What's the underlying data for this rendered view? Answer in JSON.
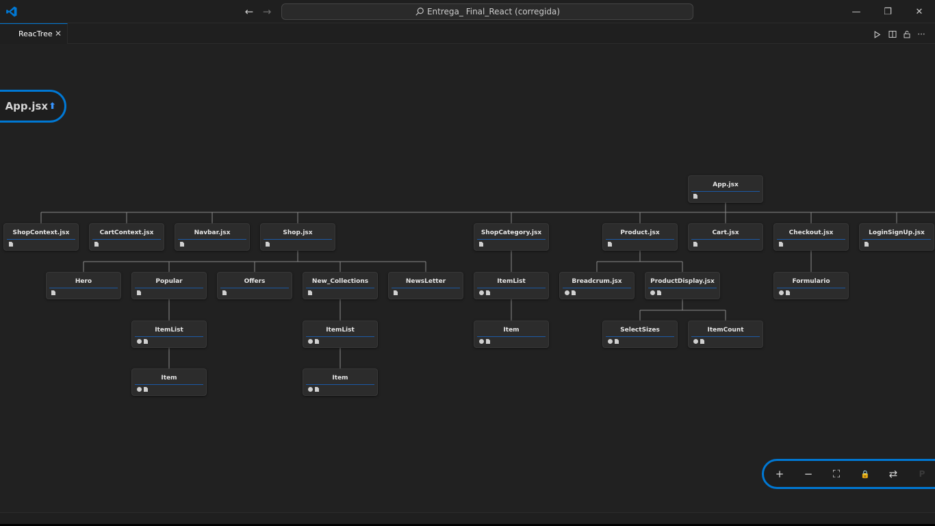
{
  "titlebar": {
    "search_text": "Entrega_ Final_React (corregida)",
    "back_icon": "arrow-left-icon",
    "forward_icon": "arrow-right-icon"
  },
  "tabs": [
    {
      "label": "ReacTree",
      "active": true
    }
  ],
  "tab_close": "✕",
  "root_badge": {
    "label": "App.jsx",
    "icon": "upload-arrow-icon"
  },
  "accent_color": "#0078d4",
  "tree": {
    "nodes": [
      {
        "id": "app",
        "label": "App.jsx",
        "icons": [
          "file"
        ]
      },
      {
        "id": "shopcontext",
        "label": "ShopContext.jsx",
        "icons": [
          "file"
        ]
      },
      {
        "id": "cartcontext",
        "label": "CartContext.jsx",
        "icons": [
          "file"
        ]
      },
      {
        "id": "navbar",
        "label": "Navbar.jsx",
        "icons": [
          "file"
        ]
      },
      {
        "id": "shop",
        "label": "Shop.jsx",
        "icons": [
          "file"
        ]
      },
      {
        "id": "shopcategory",
        "label": "ShopCategory.jsx",
        "icons": [
          "file"
        ]
      },
      {
        "id": "product",
        "label": "Product.jsx",
        "icons": [
          "file"
        ]
      },
      {
        "id": "cart",
        "label": "Cart.jsx",
        "icons": [
          "file"
        ]
      },
      {
        "id": "checkout",
        "label": "Checkout.jsx",
        "icons": [
          "file"
        ]
      },
      {
        "id": "loginsignup",
        "label": "LoginSignUp.jsx",
        "icons": [
          "file"
        ]
      },
      {
        "id": "hero",
        "label": "Hero",
        "icons": [
          "file"
        ]
      },
      {
        "id": "popular",
        "label": "Popular",
        "icons": [
          "file"
        ]
      },
      {
        "id": "offers",
        "label": "Offers",
        "icons": [
          "file"
        ]
      },
      {
        "id": "newcollections",
        "label": "New_Collections",
        "icons": [
          "file"
        ]
      },
      {
        "id": "newsletter",
        "label": "NewsLetter",
        "icons": [
          "file"
        ]
      },
      {
        "id": "itemlist_cat",
        "label": "ItemList",
        "icons": [
          "info",
          "file"
        ]
      },
      {
        "id": "breadcrum",
        "label": "Breadcrum.jsx",
        "icons": [
          "info",
          "file"
        ]
      },
      {
        "id": "productdisplay",
        "label": "ProductDisplay.jsx",
        "icons": [
          "info",
          "file"
        ]
      },
      {
        "id": "formulario",
        "label": "Formulario",
        "icons": [
          "info",
          "file"
        ]
      },
      {
        "id": "itemlist_pop",
        "label": "ItemList",
        "icons": [
          "info",
          "file"
        ]
      },
      {
        "id": "itemlist_new",
        "label": "ItemList",
        "icons": [
          "info",
          "file"
        ]
      },
      {
        "id": "item_cat",
        "label": "Item",
        "icons": [
          "info",
          "file"
        ]
      },
      {
        "id": "selectsizes",
        "label": "SelectSizes",
        "icons": [
          "info",
          "file"
        ]
      },
      {
        "id": "itemcount",
        "label": "ItemCount",
        "icons": [
          "info",
          "file"
        ]
      },
      {
        "id": "item_pop",
        "label": "Item",
        "icons": [
          "info",
          "file"
        ]
      },
      {
        "id": "item_new",
        "label": "Item",
        "icons": [
          "info",
          "file"
        ]
      }
    ],
    "edges": [
      [
        "app",
        "shopcontext"
      ],
      [
        "app",
        "cartcontext"
      ],
      [
        "app",
        "navbar"
      ],
      [
        "app",
        "shop"
      ],
      [
        "app",
        "shopcategory"
      ],
      [
        "app",
        "product"
      ],
      [
        "app",
        "cart"
      ],
      [
        "app",
        "checkout"
      ],
      [
        "app",
        "loginsignup"
      ],
      [
        "shop",
        "hero"
      ],
      [
        "shop",
        "popular"
      ],
      [
        "shop",
        "offers"
      ],
      [
        "shop",
        "newcollections"
      ],
      [
        "shop",
        "newsletter"
      ],
      [
        "shopcategory",
        "itemlist_cat"
      ],
      [
        "product",
        "breadcrum"
      ],
      [
        "product",
        "productdisplay"
      ],
      [
        "checkout",
        "formulario"
      ],
      [
        "popular",
        "itemlist_pop"
      ],
      [
        "newcollections",
        "itemlist_new"
      ],
      [
        "itemlist_cat",
        "item_cat"
      ],
      [
        "productdisplay",
        "selectsizes"
      ],
      [
        "productdisplay",
        "itemcount"
      ],
      [
        "itemlist_pop",
        "item_pop"
      ],
      [
        "itemlist_new",
        "item_new"
      ]
    ]
  },
  "zoom_controls": [
    {
      "name": "zoom-in-icon",
      "glyph": "+"
    },
    {
      "name": "zoom-out-icon",
      "glyph": "−"
    },
    {
      "name": "fit-view-icon",
      "glyph": "⛶"
    },
    {
      "name": "lock-icon",
      "glyph": "🔒"
    },
    {
      "name": "swap-direction-icon",
      "glyph": "⇄"
    },
    {
      "name": "pin-icon",
      "glyph": "P"
    }
  ]
}
